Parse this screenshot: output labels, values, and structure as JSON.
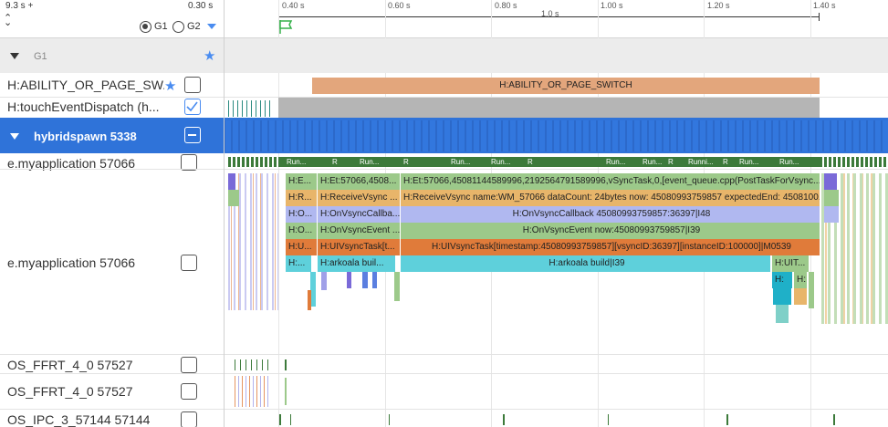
{
  "timeline": {
    "range_start": "9.3 s +",
    "offset": "0.30 s",
    "ticks": [
      "0.40 s",
      "0.60 s",
      "0.80 s",
      "1.00 s",
      "1.20 s",
      "1.40 s"
    ],
    "span_label": "1.0 s",
    "radio_g1": "G1",
    "radio_g2": "G2"
  },
  "group": {
    "label": "G1"
  },
  "rows": {
    "ability": "H:ABILITY_OR_PAGE_SW...",
    "touch": "H:touchEventDispatch (h...",
    "process": "hybridspawn 5338",
    "myapp_short": "e.myapplication 57066",
    "myapp_long": "e.myapplication 57066",
    "ffrt1": "OS_FFRT_4_0 57527",
    "ffrt2": "OS_FFRT_4_0 57527",
    "ipc": "OS_IPC_3_57144 57144"
  },
  "slices": {
    "ability_switch": "H:ABILITY_OR_PAGE_SWITCH",
    "run_short": "Run...",
    "run_r": "R",
    "run_runni": "Runni...",
    "et_short": "H:E...",
    "et_mid": "H:Et:57066,4508...",
    "et_long": "H:Et:57066,45081144589996,2192564791589996,vSyncTask,0,[event_queue.cpp(PostTaskForVsync...",
    "rv_short": "H:R...",
    "rv_mid": "H:ReceiveVsync ...",
    "rv_long": "H:ReceiveVsync name:WM_57066 dataCount: 24bytes now: 45080993759857 expectedEnd: 4508100...",
    "ovc_short": "H:O...",
    "ovc_mid": "H:OnVsyncCallba...",
    "ovc_long": "H:OnVsyncCallback 45080993759857:36397|I48",
    "ove_short": "H:O...",
    "ove_mid": "H:OnVsyncEvent ...",
    "ove_long": "H:OnVsyncEvent now:45080993759857|I39",
    "uit_short": "H:U...",
    "uit_mid": "H:UIVsyncTask[t...",
    "uit_long": "H:UIVsyncTask[timestamp:45080993759857][vsyncID:36397][instanceID:100000]|M0539",
    "ark_short": "H:...",
    "ark_mid": "H:arkoala buil...",
    "ark_long": "H:arkoala build|I39",
    "uit_right": "H:UIT...",
    "h_right": "H:",
    "h_small": "H:"
  },
  "colors": {
    "accent_blue": "#2f73d9",
    "ability_orange": "#e3a67c",
    "green_run": "#3c7a3a",
    "slice_green": "#9cc98a",
    "slice_orange": "#e8b56a",
    "slice_lavender": "#b0b8f0",
    "slice_lightgreen": "#a3d98a",
    "slice_darkorange": "#e07b3a",
    "slice_cyan": "#5ed0db"
  },
  "icons": {
    "star": "star-icon",
    "flag": "flag-icon",
    "collapse": "chevron-down-icon",
    "expand": "triangle-down-icon",
    "checked": "check-icon",
    "minus": "minus-icon"
  }
}
